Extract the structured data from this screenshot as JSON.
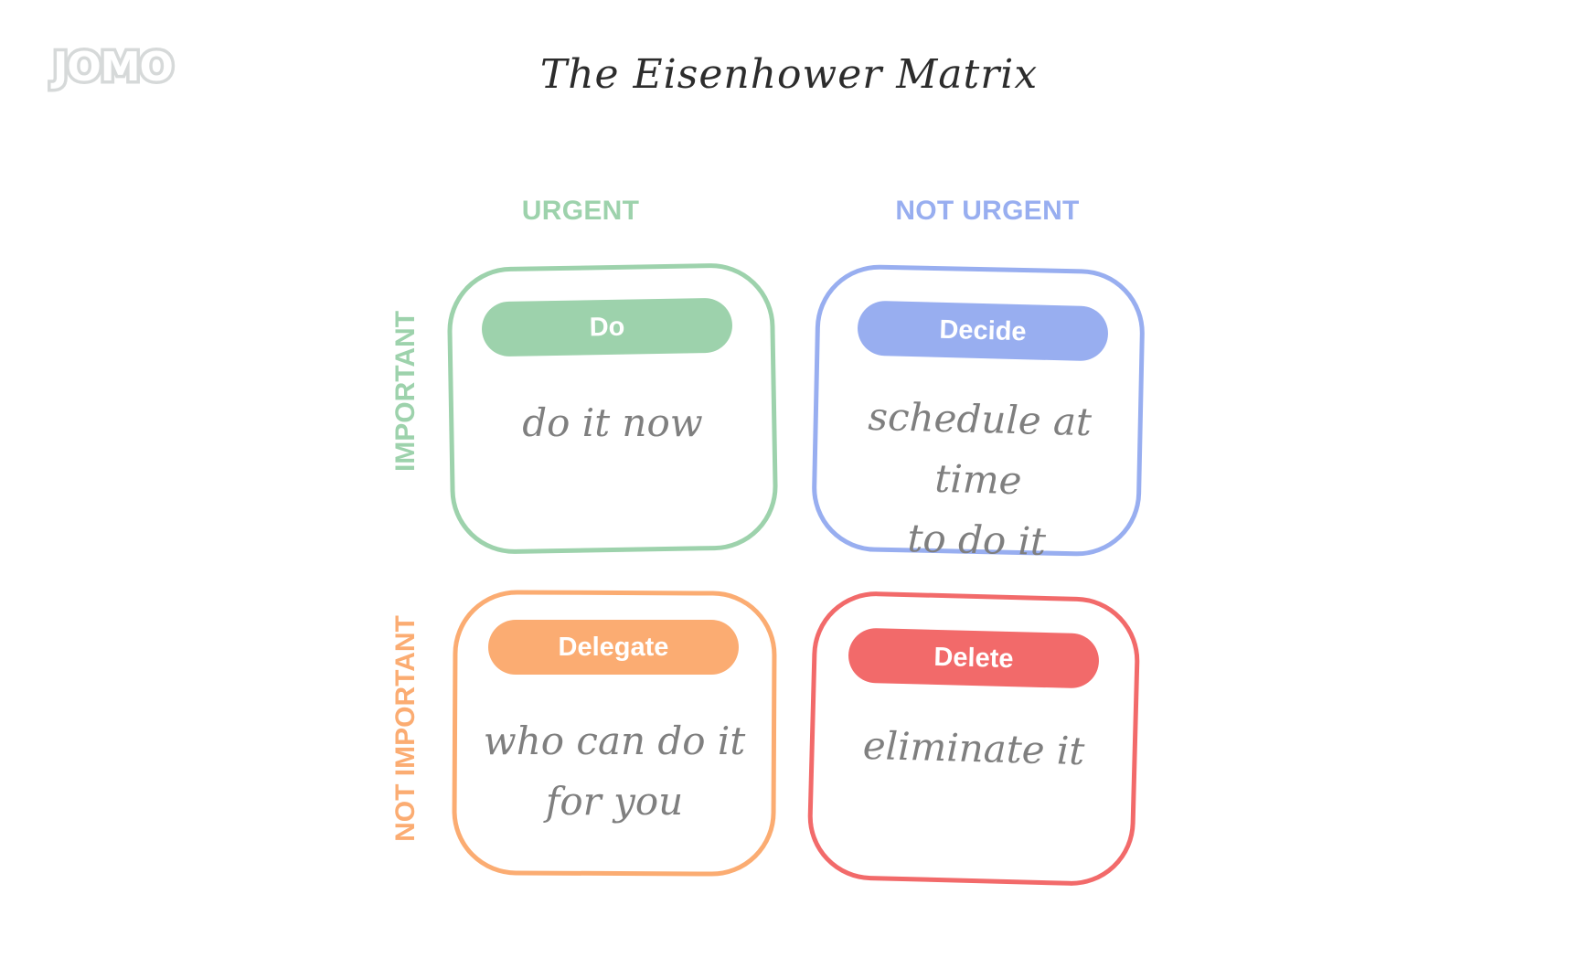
{
  "logo": {
    "text": "JOMO"
  },
  "title": "The Eisenhower Matrix",
  "columns": [
    {
      "label": "URGENT",
      "color": "#9dd2ac"
    },
    {
      "label": "NOT URGENT",
      "color": "#98aef0"
    }
  ],
  "rows": [
    {
      "label": "IMPORTANT",
      "color": "#9dd2ac"
    },
    {
      "label": "NOT IMPORTANT",
      "color": "#fbac72"
    }
  ],
  "quadrants": [
    {
      "action": "Do",
      "note_line1": "do it now",
      "note_line2": "",
      "color": "#9dd2ac"
    },
    {
      "action": "Decide",
      "note_line1": "schedule at time",
      "note_line2": "to do it",
      "color": "#98aef0"
    },
    {
      "action": "Delegate",
      "note_line1": "who can do it",
      "note_line2": "for you",
      "color": "#fbac72"
    },
    {
      "action": "Delete",
      "note_line1": "eliminate it",
      "note_line2": "",
      "color": "#f26a6a"
    }
  ]
}
